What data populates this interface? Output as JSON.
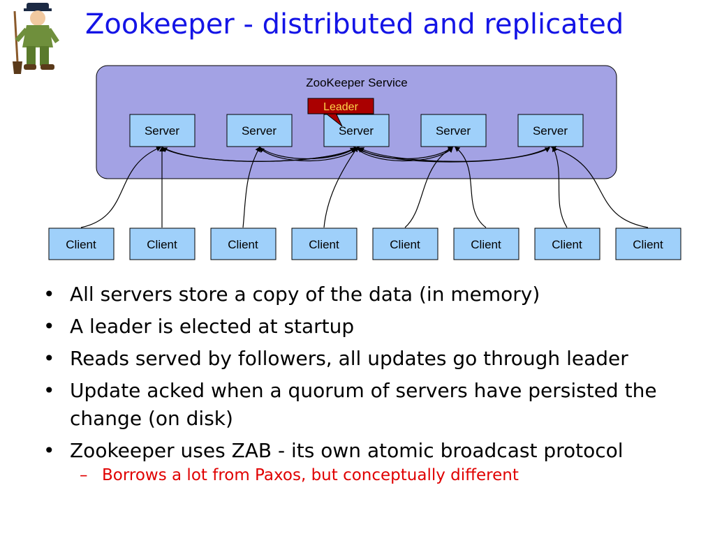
{
  "slide": {
    "title": "Zookeeper - distributed and replicated"
  },
  "diagram": {
    "service_label": "ZooKeeper Service",
    "leader_label": "Leader",
    "server_label": "Server",
    "client_label": "Client",
    "server_count": 5,
    "client_count": 8,
    "colors": {
      "service_fill": "#a3a2e4",
      "node_fill": "#9fd0fa",
      "leader_fill": "#aa0000",
      "leader_text": "#ffd54a"
    }
  },
  "bullets": [
    {
      "marker": "•",
      "text": "All servers store a copy of the data (in memory)",
      "level": 1
    },
    {
      "marker": "•",
      "text": "A leader is elected at startup",
      "level": 1
    },
    {
      "marker": "•",
      "text": "Reads served by followers, all updates go through leader",
      "level": 1
    },
    {
      "marker": "•",
      "text": "Update acked when a quorum of servers have persisted the change (on disk)",
      "level": 1
    },
    {
      "marker": "•",
      "text": "Zookeeper uses ZAB - its own atomic broadcast protocol",
      "level": 1
    },
    {
      "marker": "–",
      "text": "Borrows a lot from Paxos, but conceptually different",
      "level": 2
    }
  ]
}
